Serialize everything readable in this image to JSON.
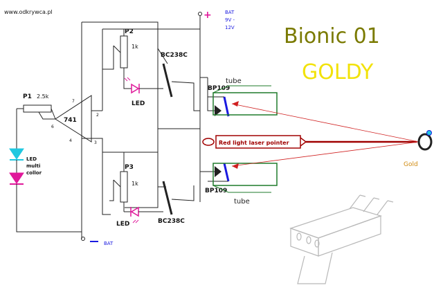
{
  "header": {
    "website": "www.odkrywca.pl"
  },
  "title": {
    "line1": "Bionic  01",
    "line2": "GOLDY"
  },
  "battery": {
    "plus_symbol": "+",
    "minus_symbol": "-",
    "top_label_1": "BAT",
    "top_label_2": "9V -",
    "top_label_3": "12V",
    "bottom_label": "BAT"
  },
  "components": {
    "p1_label": "P1",
    "p1_value": "2.5k",
    "p2_label": "P2",
    "p2_value": "1k",
    "p3_label": "P3",
    "p3_value": "1k",
    "opamp": "741",
    "pin7": "7",
    "pin2": "2",
    "pin3": "3",
    "pin4": "4",
    "pin6": "6",
    "transistor_top": "BC238C",
    "transistor_bottom": "BC238C",
    "led_top": "LED",
    "led_bottom": "LED",
    "led_multi_1": "LED",
    "led_multi_2": "multi",
    "led_multi_3": "collor",
    "photo_top": "BP109",
    "photo_bottom": "BP109",
    "tube_top": "tube",
    "tube_bottom": "tube",
    "laser": "Red light laser pointer",
    "target": "Gold"
  },
  "colors": {
    "green": "#1e7a2a",
    "red_laser": "#a00000",
    "magenta": "#e0189a",
    "cyan": "#20c8e0",
    "gold_text": "#d08a10",
    "title_dark": "#7a7a00",
    "title_yellow": "#f2e20a",
    "battery_blue": "#1a1ae0"
  }
}
